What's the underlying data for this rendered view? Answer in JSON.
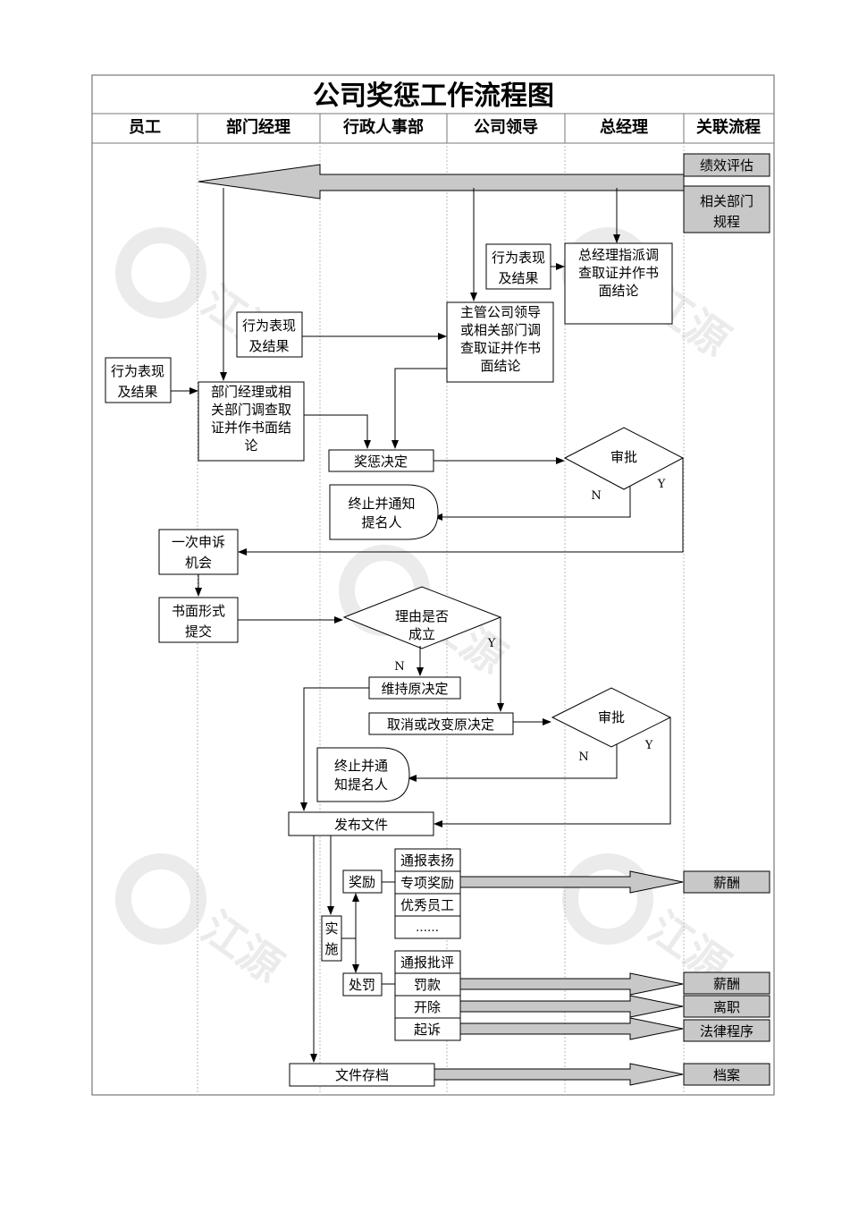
{
  "title": "公司奖惩工作流程图",
  "lanes": [
    "员工",
    "部门经理",
    "行政人事部",
    "公司领导",
    "总经理",
    "关联流程"
  ],
  "related": {
    "performance": "绩效评估",
    "dept_rules": [
      "相关部门",
      "规程"
    ],
    "salary1": "薪酬",
    "salary2": "薪酬",
    "resign": "离职",
    "legal": "法律程序",
    "archive": "档案"
  },
  "nodes": {
    "behavior_gm": [
      "行为表现",
      "及结果"
    ],
    "gm_investigate": [
      "总经理指派调",
      "查取证并作书",
      "面结论"
    ],
    "behavior_hr": [
      "行为表现",
      "及结果"
    ],
    "leader_investigate": [
      "主管公司领导",
      "或相关部门调",
      "查取证并作书",
      "面结论"
    ],
    "behavior_emp": [
      "行为表现",
      "及结果"
    ],
    "mgr_investigate": [
      "部门经理或相",
      "关部门调查取",
      "证并作书面结",
      "论"
    ],
    "decision": "奖惩决定",
    "approve1": "审批",
    "approve1_n": "N",
    "approve1_y": "Y",
    "terminate1": [
      "终止并通知",
      "提名人"
    ],
    "appeal": [
      "一次申诉",
      "机会"
    ],
    "written": [
      "书面形式",
      "提交"
    ],
    "reason": [
      "理由是否",
      "成立"
    ],
    "reason_n": "N",
    "reason_y": "Y",
    "maintain": "维持原决定",
    "cancel": "取消或改变原决定",
    "approve2": "审批",
    "approve2_n": "N",
    "approve2_y": "Y",
    "terminate2": [
      "终止并通",
      "知提名人"
    ],
    "publish": "发布文件",
    "implement": [
      "实",
      "施"
    ],
    "reward": "奖励",
    "reward_items": [
      "通报表扬",
      "专项奖励",
      "优秀员工",
      "……"
    ],
    "punish": "处罚",
    "punish_items": [
      "通报批评",
      "罚款",
      "开除",
      "起诉"
    ],
    "archive_doc": "文件存档"
  },
  "watermark": "江源"
}
